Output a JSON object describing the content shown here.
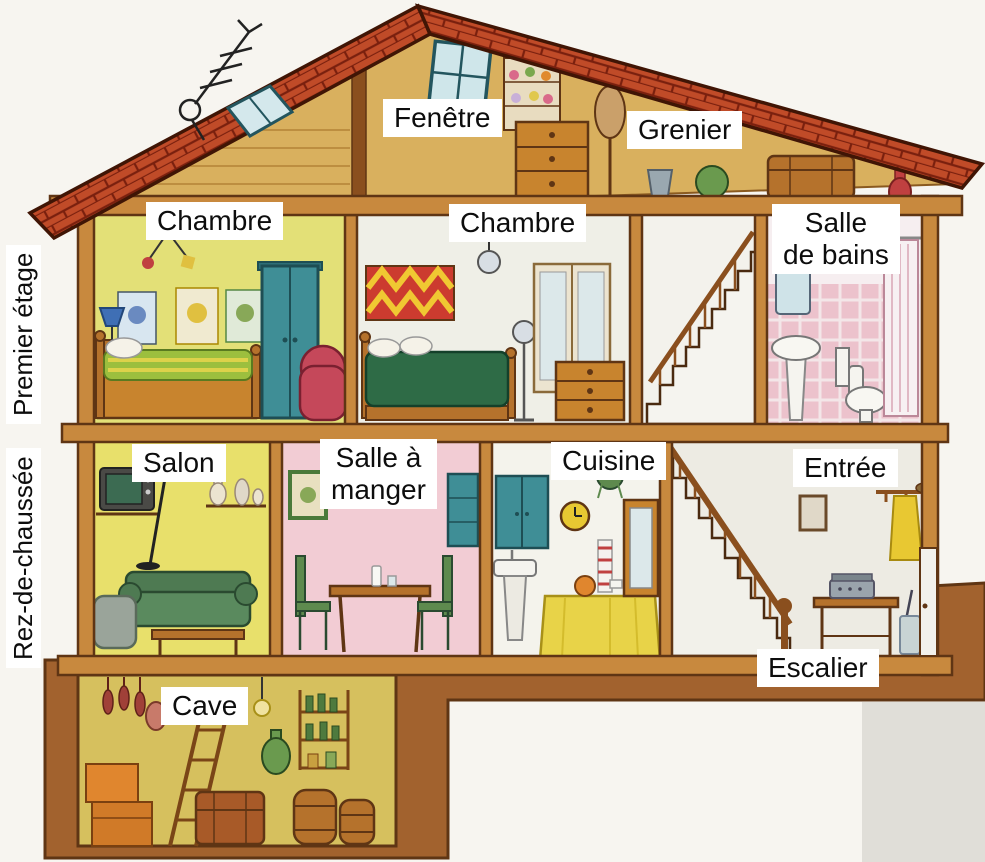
{
  "palette": {
    "paper": "#f7f5f0",
    "earth_brown": "#a2622e",
    "wood_tan": "#c8893e",
    "roof_red": "#c04b28",
    "label_bg": "#ffffff",
    "label_text": "#0d0d0d",
    "bedroom_yellow": "#e3e077",
    "dining_pink": "#f2ccd4",
    "teal_furniture": "#3f8e96"
  },
  "floor_labels": {
    "premier_etage": "Premier étage",
    "rez_de_chaussee": "Rez-de-chaussée"
  },
  "labels": {
    "fenetre": {
      "lines": [
        "Fenêtre"
      ]
    },
    "grenier": {
      "lines": [
        "Grenier"
      ]
    },
    "chambre_gauche": {
      "lines": [
        "Chambre"
      ]
    },
    "chambre_centre": {
      "lines": [
        "Chambre"
      ]
    },
    "salle_de_bains": {
      "lines": [
        "Salle",
        "de bains"
      ]
    },
    "salon": {
      "lines": [
        "Salon"
      ]
    },
    "salle_a_manger": {
      "lines": [
        "Salle à",
        "manger"
      ]
    },
    "cuisine": {
      "lines": [
        "Cuisine"
      ]
    },
    "entree": {
      "lines": [
        "Entrée"
      ]
    },
    "escalier": {
      "lines": [
        "Escalier"
      ]
    },
    "cave": {
      "lines": [
        "Cave"
      ]
    }
  }
}
